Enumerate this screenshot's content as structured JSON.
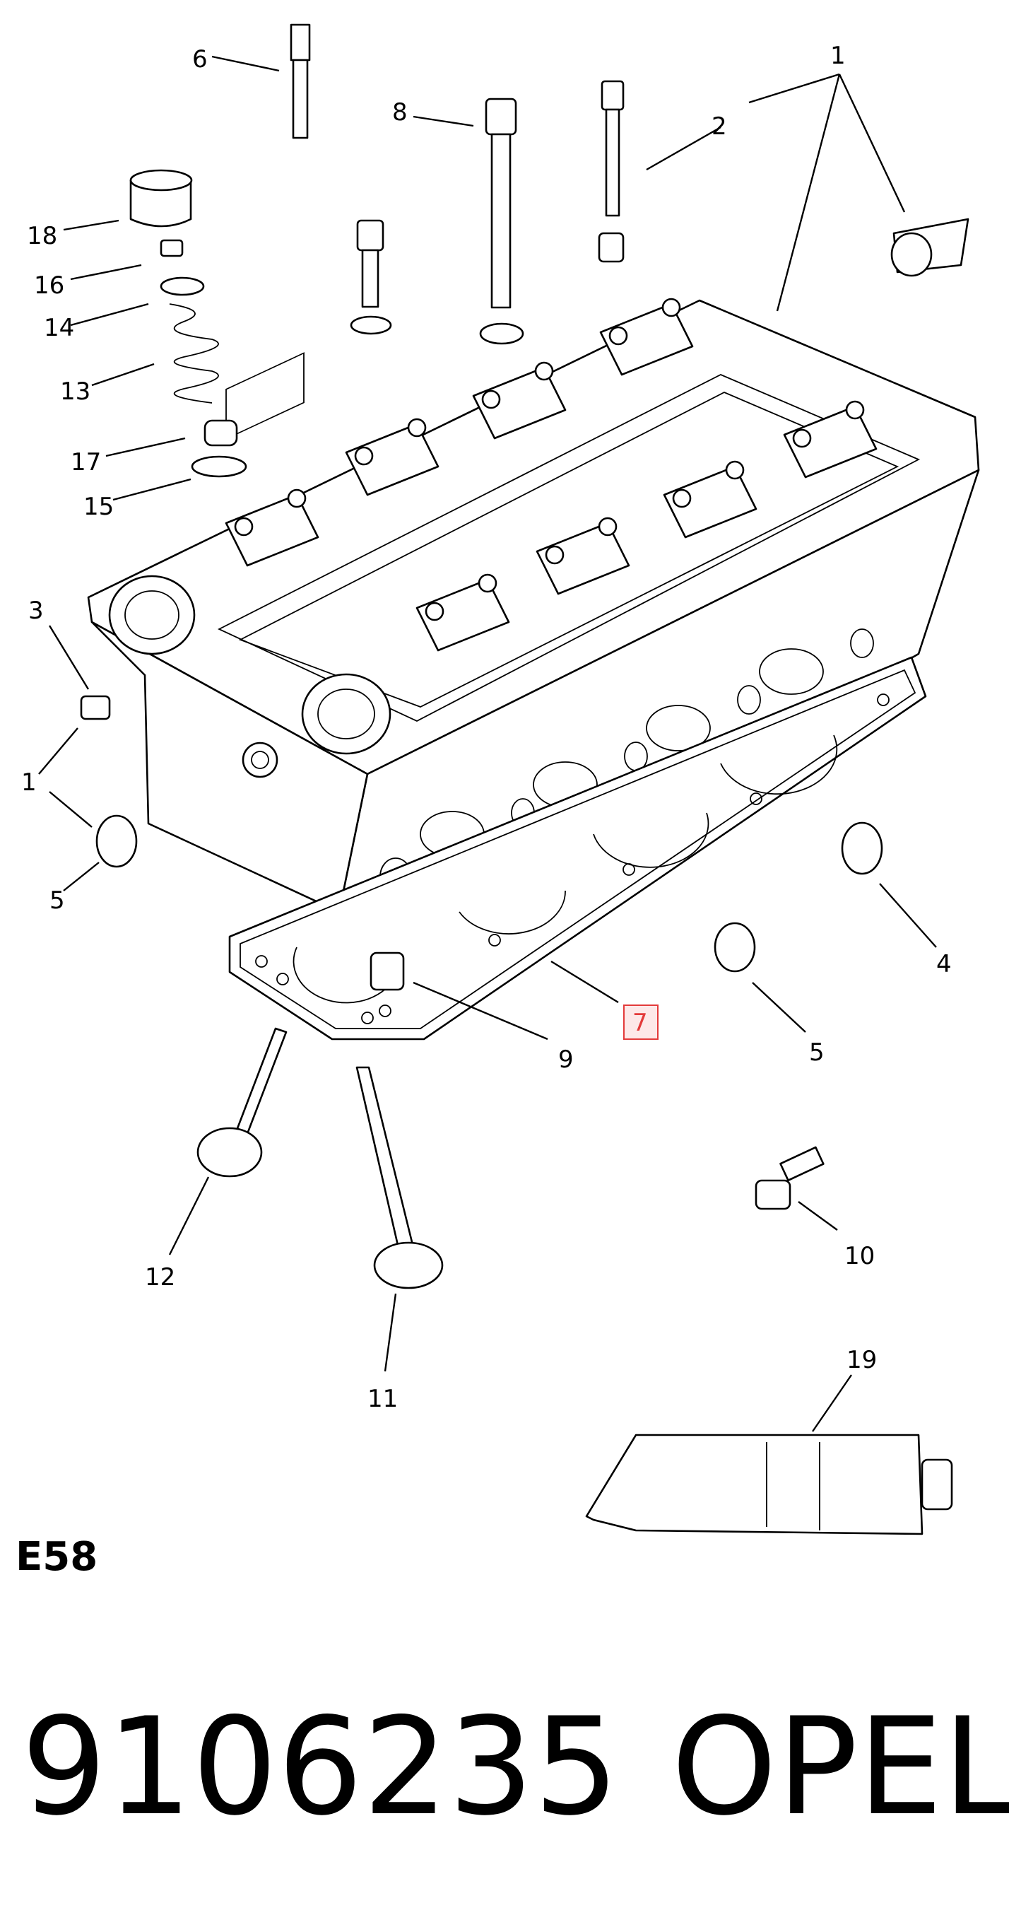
{
  "diagram": {
    "callouts": [
      "1",
      "2",
      "6",
      "8",
      "18",
      "16",
      "14",
      "13",
      "17",
      "15",
      "3",
      "1",
      "5",
      "4",
      "5",
      "7",
      "9",
      "10",
      "12",
      "11",
      "19"
    ],
    "highlighted_callout": "7",
    "code": "E58"
  },
  "footer": {
    "part_number": "9106235",
    "brand": "OPEL"
  }
}
